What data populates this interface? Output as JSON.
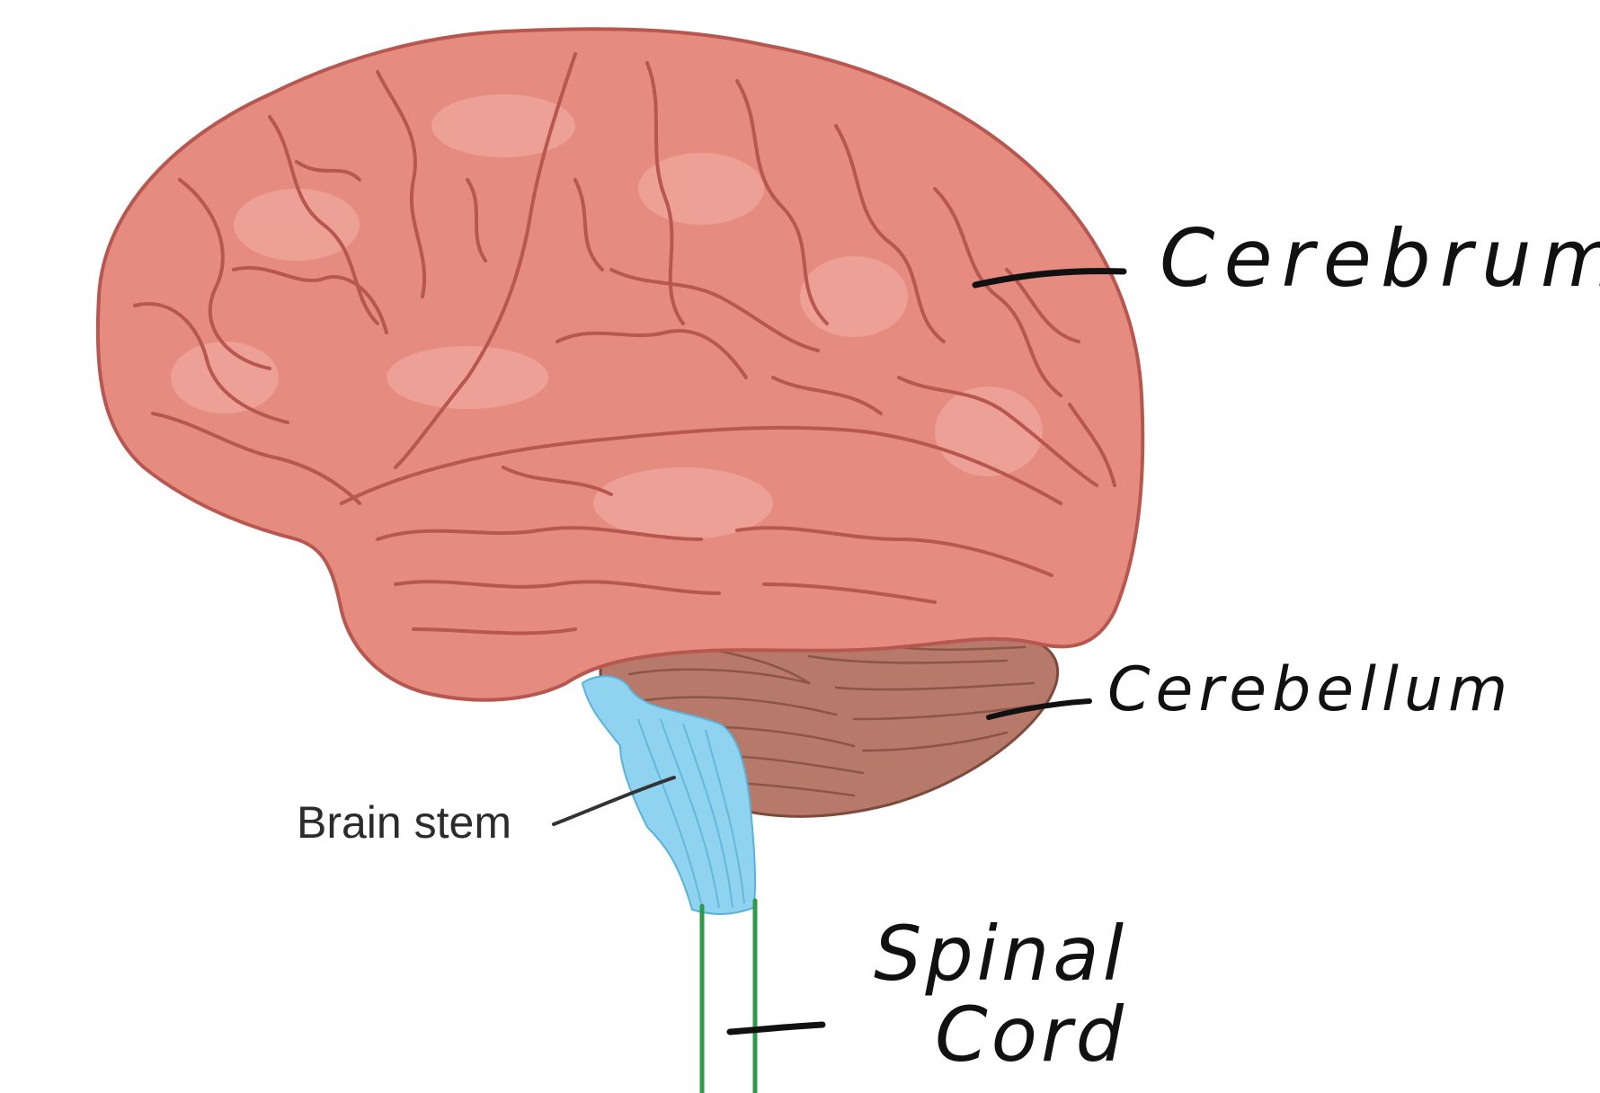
{
  "diagram": {
    "labels": {
      "cerebrum": "Cerebrum",
      "cerebellum": "Cerebellum",
      "brain_stem": "Brain stem",
      "spinal_line1": "Spinal",
      "spinal_line2": "Cord"
    },
    "colors": {
      "cerebrum_fill": "#e58b7f",
      "cerebrum_dark": "#b8574f",
      "cerebrum_light": "#f4b3a8",
      "cerebellum_fill": "#b6796a",
      "cerebellum_dark": "#7d4a3d",
      "brainstem_fill": "#8fd3f0",
      "brainstem_dark": "#5ab2d8",
      "spinal_cord_lines": "#2e9b4b",
      "handwriting": "#111111",
      "printed_text": "#2b2b2b"
    }
  }
}
